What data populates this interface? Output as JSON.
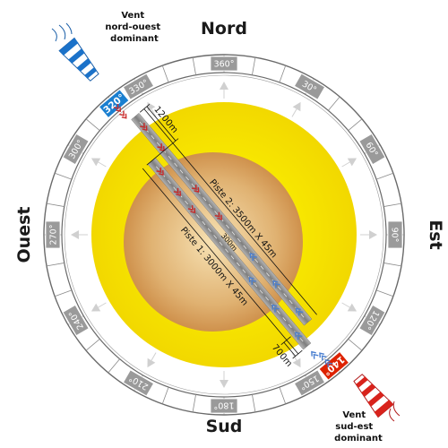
{
  "cardinals": {
    "north": "Nord",
    "east": "Est",
    "south": "Sud",
    "west": "Ouest"
  },
  "headings": [
    {
      "deg": 360,
      "label": "360°",
      "highlight": ""
    },
    {
      "deg": 30,
      "label": "30°",
      "highlight": ""
    },
    {
      "deg": 60,
      "label": "60°",
      "highlight": ""
    },
    {
      "deg": 90,
      "label": "90°",
      "highlight": ""
    },
    {
      "deg": 120,
      "label": "120°",
      "highlight": ""
    },
    {
      "deg": 140,
      "label": "140°",
      "highlight": "#dd2200"
    },
    {
      "deg": 150,
      "label": "150°",
      "highlight": ""
    },
    {
      "deg": 180,
      "label": "180°",
      "highlight": ""
    },
    {
      "deg": 210,
      "label": "210°",
      "highlight": ""
    },
    {
      "deg": 240,
      "label": "240°",
      "highlight": ""
    },
    {
      "deg": 270,
      "label": "270°",
      "highlight": ""
    },
    {
      "deg": 300,
      "label": "300°",
      "highlight": ""
    },
    {
      "deg": 320,
      "label": "320°",
      "highlight": "#1a7fd0"
    },
    {
      "deg": 330,
      "label": "330°",
      "highlight": ""
    }
  ],
  "wind": {
    "northwest": [
      "Vent",
      "nord-ouest",
      "dominant"
    ],
    "southeast": [
      "Vent",
      "sud-est",
      "dominant"
    ]
  },
  "runways": {
    "piste1": "Piste 1: 3000m X 45m",
    "piste2": "Piste 2: 3500m X 45m",
    "dist_1200": "1200m",
    "dist_700": "700m",
    "separation": "300m"
  },
  "colors": {
    "ring": "#9e9e9e",
    "sun_outer": "#f6e500",
    "sun_inner": "#d79e5a",
    "runway": "#8c8c8c",
    "arrow_nw": "#c92a2a",
    "arrow_se": "#4a7fd0"
  }
}
